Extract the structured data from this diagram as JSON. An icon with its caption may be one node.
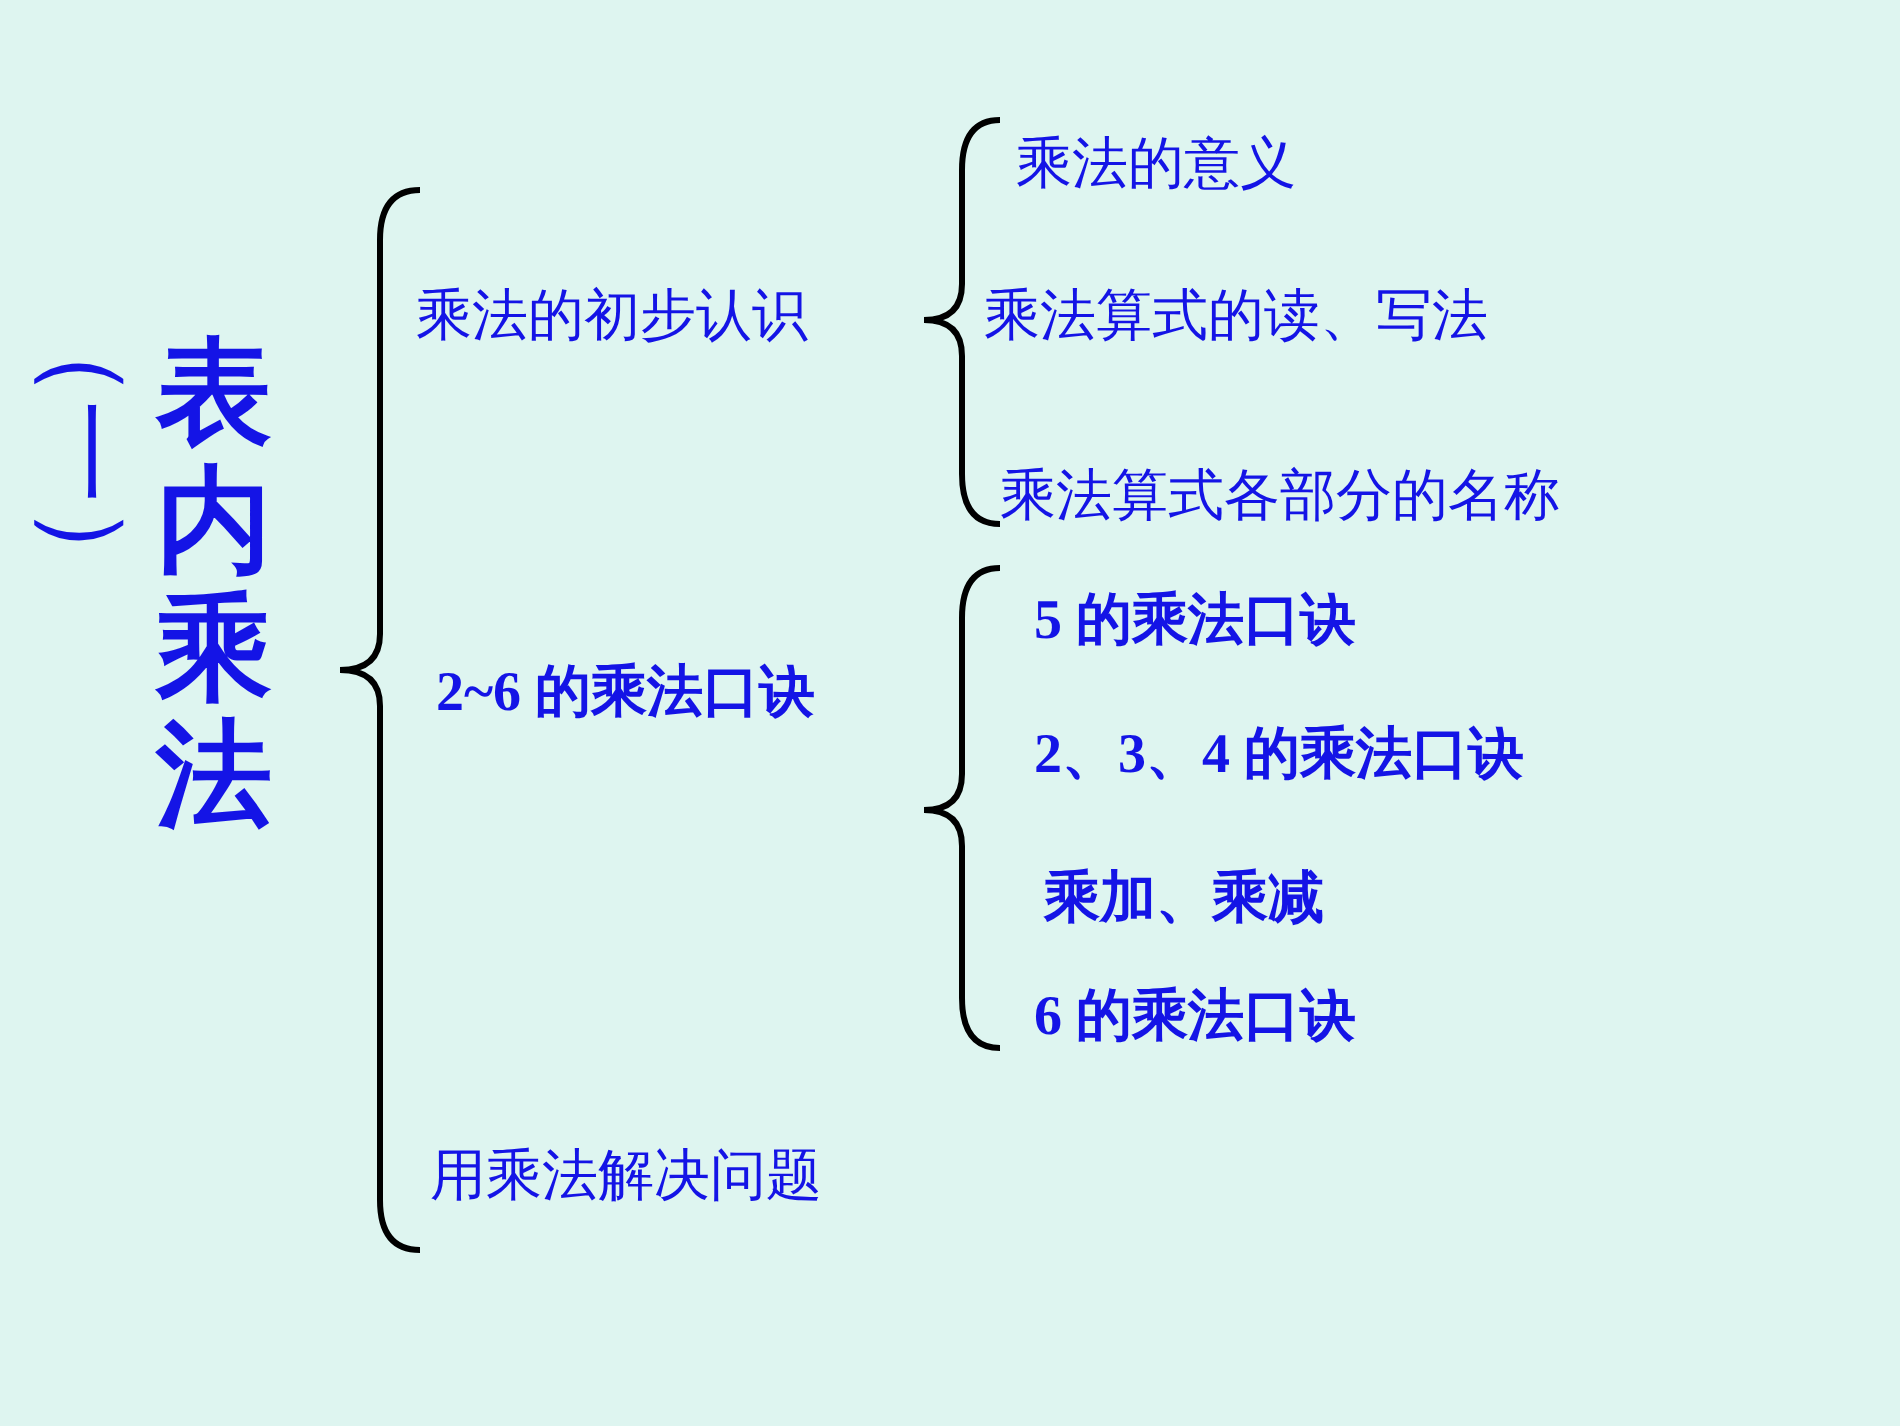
{
  "diagram": {
    "nodes": [
      {
        "text": [
          "（一）",
          "表内乘法"
        ]
      },
      {
        "text": [
          "乘法的初步认识"
        ]
      },
      {
        "text": [
          "乘法的意义"
        ]
      },
      {
        "text": [
          "乘法算式的读、写法"
        ]
      },
      {
        "text": [
          "乘法算式各部分的名称"
        ]
      },
      {
        "text": [
          "2~6 的乘法口诀"
        ]
      },
      {
        "text": [
          "5 的乘法口诀"
        ]
      },
      {
        "text": [
          "2、3、4 的乘法口诀"
        ]
      },
      {
        "text": [
          "乘加、乘减"
        ]
      },
      {
        "text": [
          "6 的乘法口诀"
        ]
      },
      {
        "text": [
          "用乘法解决问题"
        ]
      }
    ]
  }
}
